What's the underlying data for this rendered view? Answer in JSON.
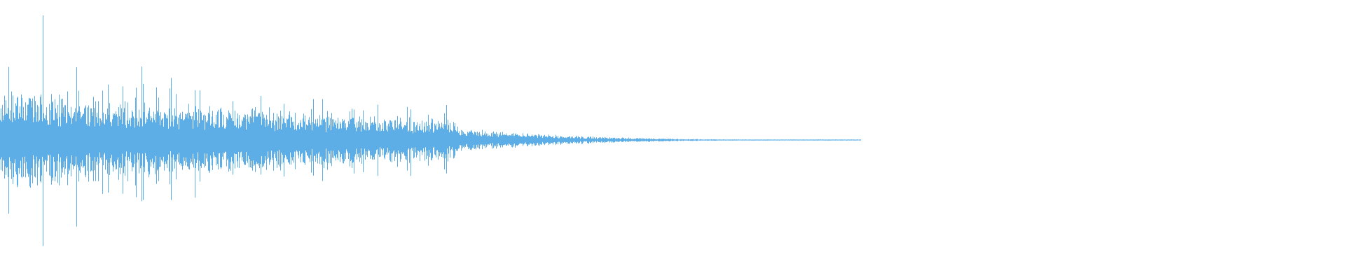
{
  "waveform": {
    "color": "#5dade6",
    "peak_amplitude": 1.0,
    "attack_amplitude": 0.42,
    "decay_shape": "exponential",
    "audible_fraction": 0.64,
    "tail_fade_start_fraction": 0.34,
    "transient_spikes": [
      {
        "at": 0.006,
        "amp": 0.68
      },
      {
        "at": 0.032,
        "amp": 1.0
      },
      {
        "at": 0.057,
        "amp": 0.68
      },
      {
        "at": 0.08,
        "amp": 0.55
      },
      {
        "at": 0.105,
        "amp": 0.58
      },
      {
        "at": 0.127,
        "amp": 0.55
      },
      {
        "at": 0.145,
        "amp": 0.46
      },
      {
        "at": 0.17,
        "amp": 0.3
      },
      {
        "at": 0.2,
        "amp": 0.26
      },
      {
        "at": 0.26,
        "amp": 0.26
      },
      {
        "at": 0.27,
        "amp": 0.27
      }
    ]
  }
}
